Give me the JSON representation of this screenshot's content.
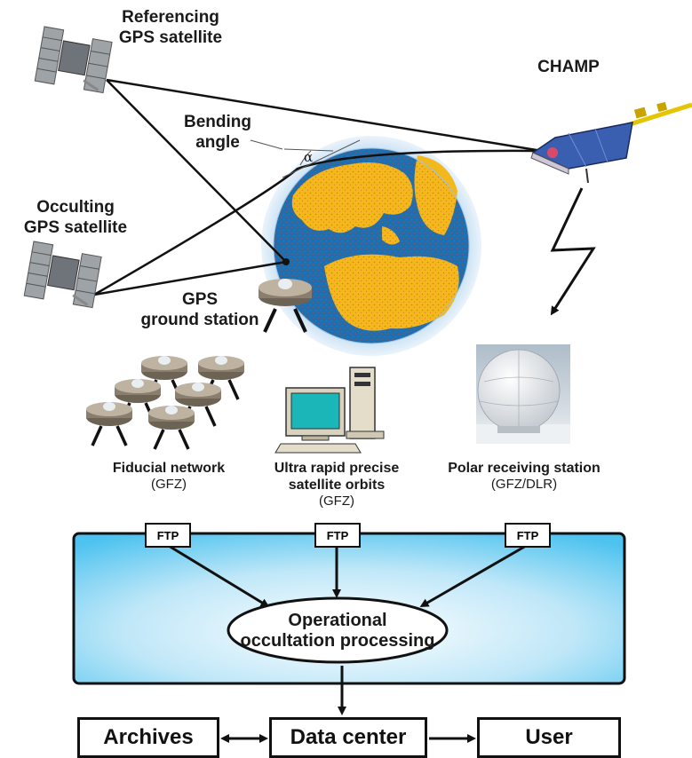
{
  "labels": {
    "ref_sat": [
      "Referencing",
      "GPS satellite"
    ],
    "champ": "CHAMP",
    "bending": [
      "Bending",
      "angle"
    ],
    "alpha": "α",
    "occ_sat": [
      "Occulting",
      "GPS satellite"
    ],
    "ground": [
      "GPS",
      "ground station"
    ]
  },
  "sources": [
    {
      "title": "Fiducial network",
      "org": "(GFZ)"
    },
    {
      "title": [
        "Ultra rapid precise",
        "satellite orbits"
      ],
      "org": "(GFZ)"
    },
    {
      "title": "Polar receiving station",
      "org": "(GFZ/DLR)"
    }
  ],
  "ftp_label": "FTP",
  "processing": [
    "Operational",
    "occultation processing"
  ],
  "bottom": {
    "archives": "Archives",
    "data_center": "Data center",
    "user": "User"
  },
  "colors": {
    "ocean": "#1f6fb0",
    "land": "#f2b81c",
    "halo": "#cfe4f5",
    "panel_center": "#ffffff",
    "panel_edge": "#5cc8f0",
    "champ_panel": "#3a5fb0"
  }
}
